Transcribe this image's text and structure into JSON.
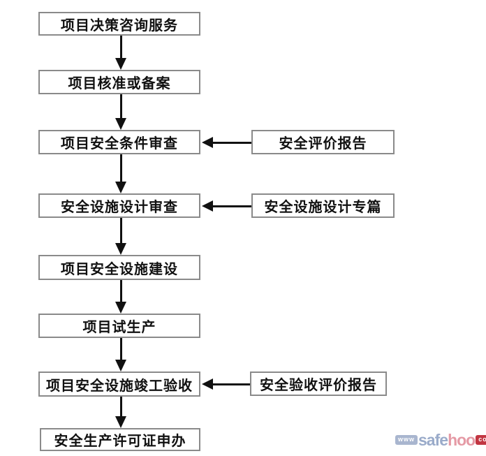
{
  "flow": {
    "main_nodes": [
      {
        "label": "项目决策咨询服务"
      },
      {
        "label": "项目核准或备案"
      },
      {
        "label": "项目安全条件审查"
      },
      {
        "label": "安全设施设计审查"
      },
      {
        "label": "项目安全设施建设"
      },
      {
        "label": "项目试生产"
      },
      {
        "label": "项目安全设施竣工验收"
      },
      {
        "label": "安全生产许可证申办"
      }
    ],
    "side_nodes": [
      {
        "label": "安全评价报告",
        "feeds_into": "项目安全条件审查"
      },
      {
        "label": "安全设施设计专篇",
        "feeds_into": "安全设施设计审查"
      },
      {
        "label": "安全验收评价报告",
        "feeds_into": "项目安全设施竣工验收"
      }
    ],
    "colors": {
      "background": "#ffffff",
      "box_border": "#8a8a8a",
      "box_fill": "#ffffff",
      "text": "#111111",
      "arrow": "#111111"
    }
  },
  "watermark": {
    "www_label": "www",
    "safe_label": "safe",
    "hoo_label": "hoo",
    "com_label": "com",
    "colors": {
      "www_bg": "#a9b6cf",
      "safe_text": "#9aabca",
      "hoo_text": "#e59aa5",
      "com_bg": "#c23642"
    }
  }
}
